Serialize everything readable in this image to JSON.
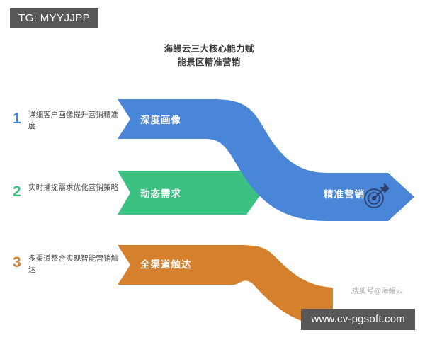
{
  "tag_badge": {
    "label": "TG: MYYJJPP"
  },
  "url_badge": {
    "label": "www.cv-pgsoft.com"
  },
  "watermark": {
    "label": "搜狐号@海鳗云"
  },
  "title": {
    "line1": "海鳗云三大核心能力赋",
    "line2": "能景区精准营销"
  },
  "legend": {
    "items": [
      {
        "number": "1",
        "text": "详细客户画像提升营销精准度",
        "color": "#4a86d8"
      },
      {
        "number": "2",
        "text": "实时捕捉需求优化营销策略",
        "color": "#3cc182"
      },
      {
        "number": "3",
        "text": "多渠道整合实现智能营销触达",
        "color": "#d4802c"
      }
    ]
  },
  "chart_data": {
    "type": "diagram",
    "title": "海鳗云三大核心能力赋能景区精准营销",
    "flows": [
      {
        "name": "深度画像",
        "color": "#4a86d8",
        "source_index": 0,
        "target": "精准营销"
      },
      {
        "name": "动态需求",
        "color": "#3cc182",
        "source_index": 1,
        "target": "精准营销"
      },
      {
        "name": "全渠道触达",
        "color": "#d4802c",
        "source_index": 2,
        "target": "精准营销"
      }
    ],
    "result": {
      "label": "精准营销",
      "color": "#4a86d8",
      "icon": "target-dart-icon"
    },
    "legend_entries": [
      "详细客户画像提升营销精准度",
      "实时捕捉需求优化营销策略",
      "多渠道整合实现智能营销触达"
    ]
  },
  "colors": {
    "blue": "#4a86d8",
    "green": "#3cc182",
    "orange": "#d4802c",
    "badge_gray": "#575757",
    "text_dark": "#3b3b3b",
    "text_body": "#4a4a4a",
    "watermark_gray": "#9a9a9a"
  }
}
